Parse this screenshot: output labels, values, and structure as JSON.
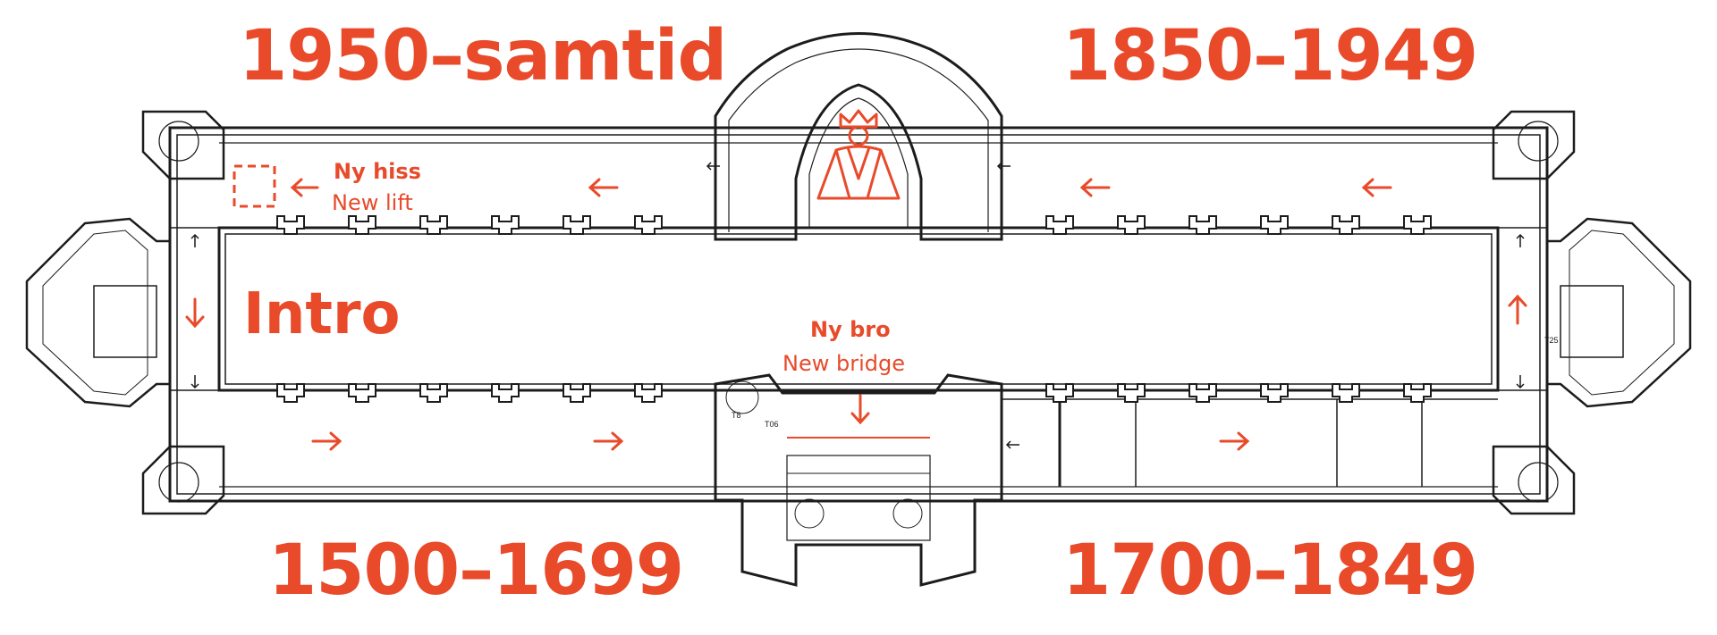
{
  "colors": {
    "accent": "#e84a2a",
    "line": "#1c1c1c",
    "paper": "#ffffff"
  },
  "labels": {
    "era_top_left": "1950–samtid",
    "era_top_right": "1850–1949",
    "era_bottom_left": "1500–1699",
    "era_bottom_right": "1700–1849",
    "intro": "Intro"
  },
  "annotations": {
    "lift_sv": "Ny hiss",
    "lift_en": "New lift",
    "bridge_sv": "Ny bro",
    "bridge_en": "New bridge"
  },
  "room_numbers": [
    "T8",
    "T06",
    "T25"
  ],
  "icons": [
    "crown-figure-icon",
    "arrow-left-icon",
    "arrow-right-icon",
    "arrow-up-icon",
    "arrow-down-icon",
    "dashed-lift-icon"
  ]
}
